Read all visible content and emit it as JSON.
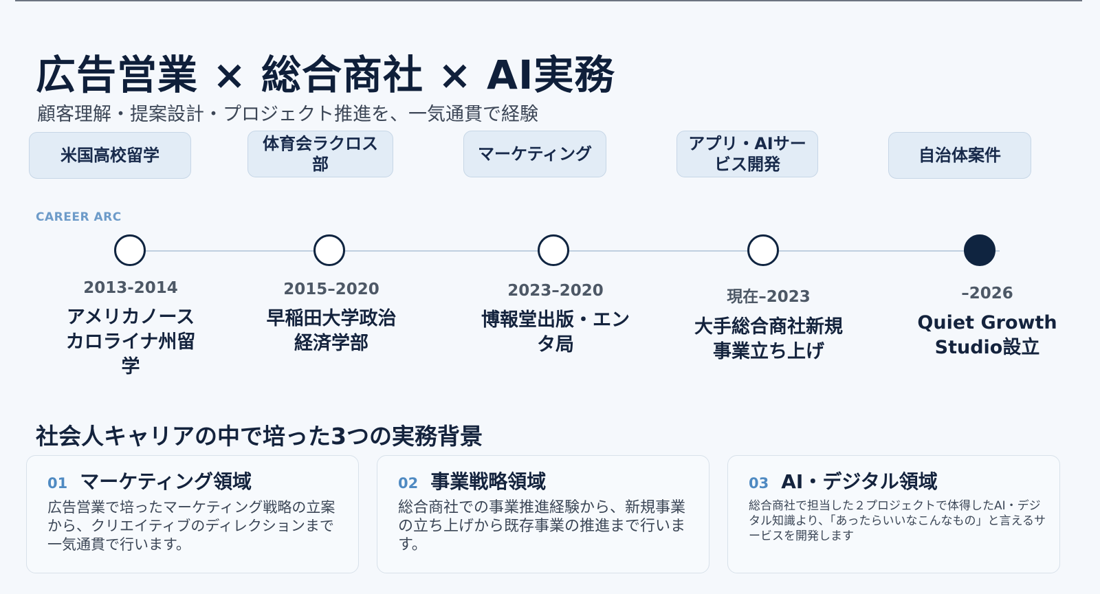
{
  "header": {
    "title": "広告営業 × 総合商社 × AI実務",
    "subtitle": "顧客理解・提案設計・プロジェクト推進を、一気通貫で経験"
  },
  "chips": [
    {
      "label": "米国高校留学"
    },
    {
      "label": "体育会ラクロス部"
    },
    {
      "label": "マーケティング"
    },
    {
      "label": "アプリ・AIサービス開発"
    },
    {
      "label": "自治体案件"
    }
  ],
  "timeline": {
    "label": "CAREER ARC",
    "items": [
      {
        "date": "2013-2014",
        "desc": "アメリカノースカロライナ州留学",
        "current": false
      },
      {
        "date": "2015–2020",
        "desc": "早稲田大学政治経済学部",
        "current": false
      },
      {
        "date": "2023–2020",
        "desc": "博報堂出版・エンタ局",
        "current": false
      },
      {
        "date": "現在–2023",
        "desc": "大手総合商社新規事業立ち上げ",
        "current": false
      },
      {
        "date": "–2026",
        "desc": "Quiet Growth Studio設立",
        "current": true
      }
    ]
  },
  "section": {
    "heading": "社会人キャリアの中で培った3つの実務背景"
  },
  "cards": [
    {
      "num": "01",
      "title": "マーケティング領域",
      "body": "広告営業で培ったマーケティング戦略の立案から、クリエイティブのディレクションまで一気通貫で行います。"
    },
    {
      "num": "02",
      "title": "事業戦略領域",
      "body": "総合商社での事業推進経験から、新規事業の立ち上げから既存事業の推進まで行います。"
    },
    {
      "num": "03",
      "title": "AI・デジタル領域",
      "body": "総合商社で担当した２プロジェクトで体得したAI・デジタル知識より、「あったらいいなこんなもの」と言えるサービスを開発します"
    }
  ],
  "colors": {
    "accent": "#4f8ac2",
    "navy": "#0f2440",
    "chip_bg": "#e2ecf6"
  }
}
